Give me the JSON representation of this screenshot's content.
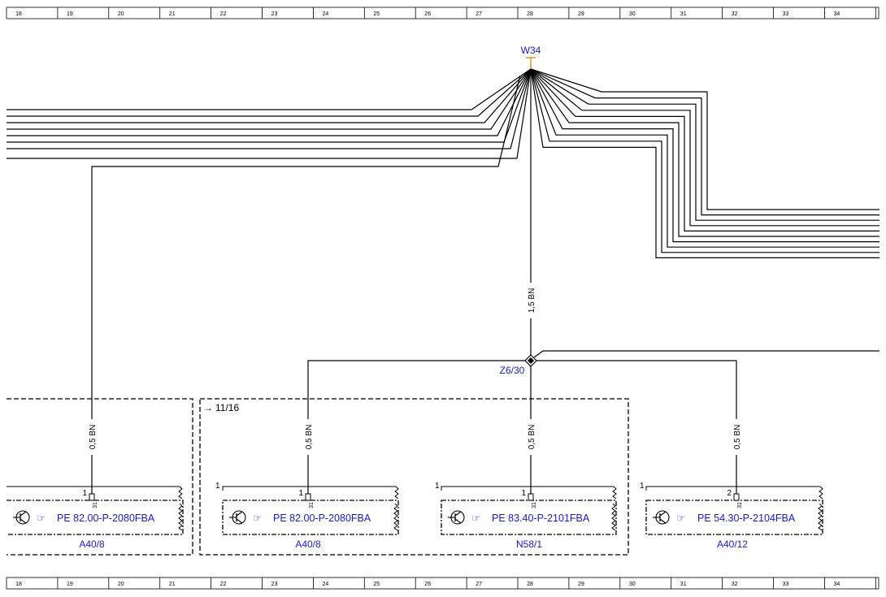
{
  "ruler": {
    "top": [
      "18",
      "19",
      "20",
      "21",
      "22",
      "23",
      "24",
      "25",
      "26",
      "27",
      "28",
      "29",
      "30",
      "31",
      "32",
      "33",
      "34"
    ],
    "bottom": [
      "18",
      "19",
      "20",
      "21",
      "22",
      "23",
      "24",
      "25",
      "26",
      "27",
      "28",
      "29",
      "30",
      "31",
      "32",
      "33",
      "34"
    ]
  },
  "harness": {
    "label": "W34"
  },
  "splice": {
    "label": "Z6/30"
  },
  "wires": {
    "main_trunk": "1,5 BN",
    "drop_left": "0,5 BN",
    "drop_1": "0,5 BN",
    "drop_2": "0,5 BN",
    "drop_3": "0,5 BN"
  },
  "reference": {
    "arrow": "→",
    "text": "11/16"
  },
  "components": [
    {
      "pin": "1",
      "pin_sub": "31",
      "pe": "PE 82.00-P-2080FBA",
      "label": "A40/8"
    },
    {
      "pin": "1",
      "pin_sub": "31",
      "pe": "PE 82.00-P-2080FBA",
      "label": "A40/8",
      "corner": "1"
    },
    {
      "pin": "1",
      "pin_sub": "31",
      "pe": "PE 83.40-P-2101FBA",
      "label": "N58/1",
      "corner": "1"
    },
    {
      "pin": "2",
      "pin_sub": "31",
      "pe": "PE 54.30-P-2104FBA",
      "label": "A40/12",
      "corner": "1"
    }
  ],
  "colors": {
    "label_blue": "#1a1acc",
    "line": "#000000",
    "harness_stub": "#d08000"
  },
  "icons": {
    "ground_symbol": "ground-icon",
    "pe_pointer": "pointing-hand-icon"
  }
}
